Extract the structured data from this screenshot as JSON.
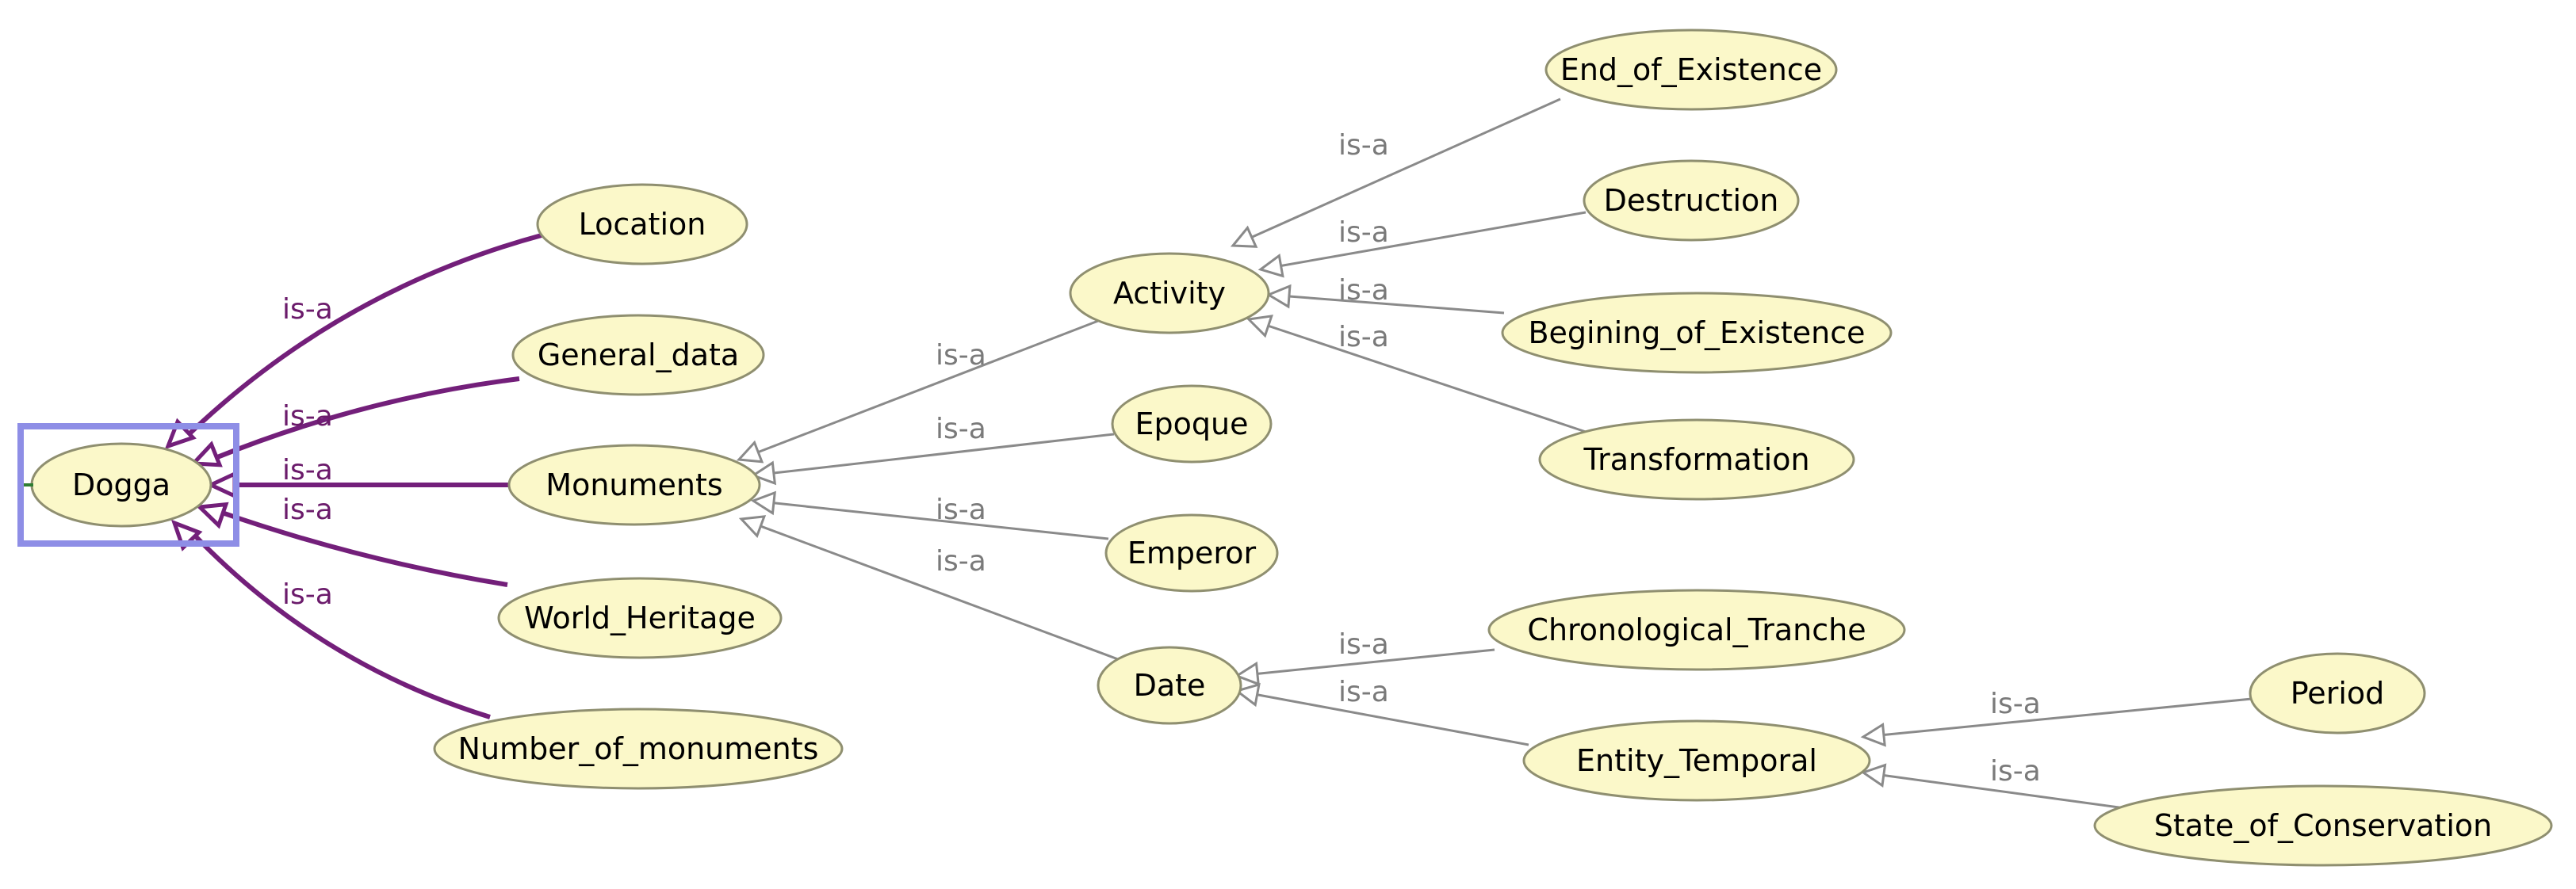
{
  "diagram": {
    "selected_node": "dogga",
    "colors": {
      "node_fill": "#fbf8c9",
      "node_stroke": "#8f8f70",
      "edge_gray": "#8a8a8a",
      "edge_root": "#731f7a",
      "selection": "#8e8ee6"
    },
    "nodes": [
      {
        "id": "dogga",
        "label": "Dogga"
      },
      {
        "id": "location",
        "label": "Location"
      },
      {
        "id": "general_data",
        "label": "General_data"
      },
      {
        "id": "monuments",
        "label": "Monuments"
      },
      {
        "id": "world_heritage",
        "label": "World_Heritage"
      },
      {
        "id": "number_of_monuments",
        "label": "Number_of_monuments"
      },
      {
        "id": "activity",
        "label": "Activity"
      },
      {
        "id": "epoque",
        "label": "Epoque"
      },
      {
        "id": "emperor",
        "label": "Emperor"
      },
      {
        "id": "date",
        "label": "Date"
      },
      {
        "id": "end_of_existence",
        "label": "End_of_Existence"
      },
      {
        "id": "destruction",
        "label": "Destruction"
      },
      {
        "id": "begining_of_existence",
        "label": "Begining_of_Existence"
      },
      {
        "id": "transformation",
        "label": "Transformation"
      },
      {
        "id": "chronological_tranche",
        "label": "Chronological_Tranche"
      },
      {
        "id": "entity_temporal",
        "label": "Entity_Temporal"
      },
      {
        "id": "period",
        "label": "Period"
      },
      {
        "id": "state_of_conservation",
        "label": "State_of_Conservation"
      }
    ],
    "edges": [
      {
        "from": "location",
        "to": "dogga",
        "label": "is-a"
      },
      {
        "from": "general_data",
        "to": "dogga",
        "label": "is-a"
      },
      {
        "from": "monuments",
        "to": "dogga",
        "label": "is-a"
      },
      {
        "from": "world_heritage",
        "to": "dogga",
        "label": "is-a"
      },
      {
        "from": "number_of_monuments",
        "to": "dogga",
        "label": "is-a"
      },
      {
        "from": "activity",
        "to": "monuments",
        "label": "is-a"
      },
      {
        "from": "epoque",
        "to": "monuments",
        "label": "is-a"
      },
      {
        "from": "emperor",
        "to": "monuments",
        "label": "is-a"
      },
      {
        "from": "date",
        "to": "monuments",
        "label": "is-a"
      },
      {
        "from": "end_of_existence",
        "to": "activity",
        "label": "is-a"
      },
      {
        "from": "destruction",
        "to": "activity",
        "label": "is-a"
      },
      {
        "from": "begining_of_existence",
        "to": "activity",
        "label": "is-a"
      },
      {
        "from": "transformation",
        "to": "activity",
        "label": "is-a"
      },
      {
        "from": "chronological_tranche",
        "to": "date",
        "label": "is-a"
      },
      {
        "from": "entity_temporal",
        "to": "date",
        "label": "is-a"
      },
      {
        "from": "period",
        "to": "entity_temporal",
        "label": "is-a"
      },
      {
        "from": "state_of_conservation",
        "to": "entity_temporal",
        "label": "is-a"
      }
    ]
  }
}
